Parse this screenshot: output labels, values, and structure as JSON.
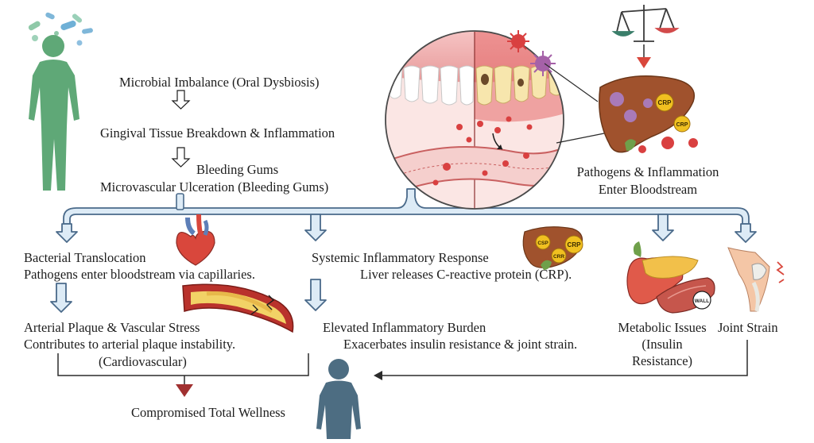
{
  "steps": {
    "dysbiosis": "Microbial Imbalance (Oral Dysbiosis)",
    "gingival": "Gingival Tissue Breakdown & Inflammation",
    "bleeding_1": "Bleeding Gums",
    "bleeding_2": "Microvascular Ulceration (Bleeding Gums)"
  },
  "bloodstream": {
    "line1": "Pathogens & Inflammation",
    "line2": "Enter Bloodstream"
  },
  "branches": {
    "bacterial_title": "Bacterial Translocation",
    "bacterial_desc": "Pathogens enter bloodstream via capillaries.",
    "systemic_title": "Systemic Inflammatory Response",
    "systemic_desc": "Liver releases C-reactive protein (CRP).",
    "arterial_title": "Arterial Plaque & Vascular Stress",
    "arterial_desc": "Contributes to arterial plaque instability.",
    "arterial_note": "(Cardiovascular)",
    "burden_title": "Elevated Inflammatory Burden",
    "burden_desc": "Exacerbates insulin resistance & joint strain.",
    "metabolic_1": "Metabolic Issues",
    "metabolic_2": "(Insulin",
    "metabolic_3": "Resistance)",
    "joint": "Joint Strain"
  },
  "outcome": "Compromised Total Wellness",
  "badges": {
    "crp": "CRP",
    "csp": "CSP",
    "crr": "CRR",
    "wall": "WALL"
  },
  "colors": {
    "arrow_fill": "#ddebf6",
    "arrow_stroke": "#4a6a8a",
    "human_green": "#5fa877",
    "human_slate": "#4d6d82",
    "liver": "#a0522d",
    "crp_badge": "#f0c020",
    "pathogen": "#d94040",
    "outcome_marker": "#a03030"
  },
  "icons": [
    "bacteria-icon",
    "human-figure-icon",
    "balance-scale-icon",
    "liver-icon",
    "virus-icon",
    "heart-icon",
    "artery-icon",
    "pancreas-icon",
    "muscle-icon",
    "knee-joint-icon",
    "teeth-gum-cross-section-icon"
  ]
}
